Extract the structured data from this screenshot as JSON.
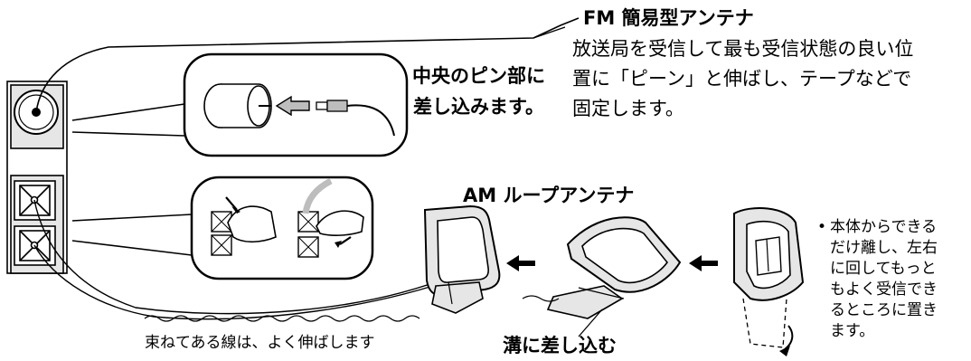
{
  "fm_antenna": {
    "title": "FM 簡易型アンテナ",
    "description_lines": [
      "放送局を受信して最も受信状態の良い位",
      "置に「ピーン」と伸ばし、テープなどで",
      "固定します。"
    ]
  },
  "pin_note_lines": [
    "中央のピン部に",
    "差し込みます。"
  ],
  "am_antenna": {
    "title": "AM ループアンテナ"
  },
  "bundle_note": "束ねてある線は、よく伸ばします",
  "groove_note": "溝に差し込む",
  "placement_note": {
    "bullet": "•",
    "lines": [
      "本体からできる",
      "だけ離し、左右",
      "に回してもっと",
      "もよく受信でき",
      "るところに置き",
      "ます。"
    ]
  },
  "colors": {
    "ink": "#000000",
    "light_fill": "#e6e6e6",
    "mid_fill": "#bdbdbd",
    "paper": "#ffffff"
  }
}
